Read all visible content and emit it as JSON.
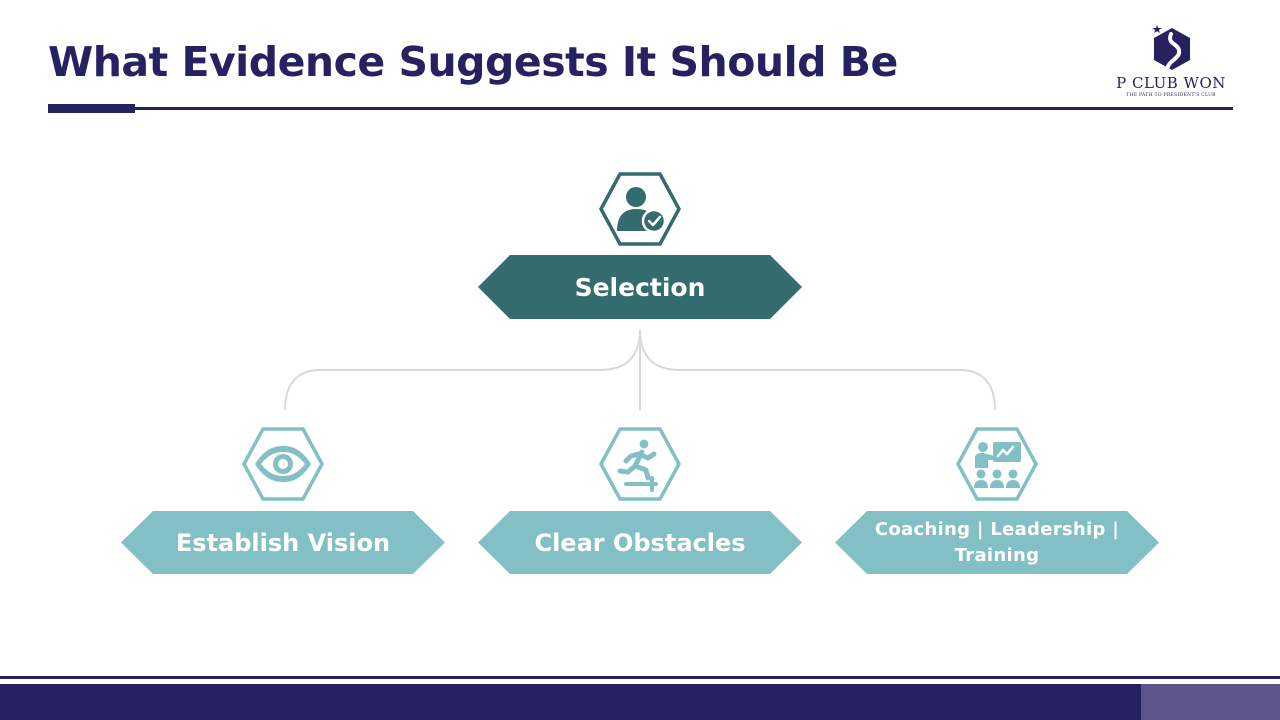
{
  "slide": {
    "title": "What Evidence Suggests It Should Be"
  },
  "logo": {
    "name": "P CLUB WON",
    "tagline": "THE PATH TO PRESIDENT'S CLUB"
  },
  "diagram": {
    "root": {
      "label": "Selection",
      "icon": "person-check-icon",
      "color": "#336b6e"
    },
    "children": [
      {
        "label": "Establish Vision",
        "icon": "eye-icon",
        "color": "#82c0c6"
      },
      {
        "label": "Clear Obstacles",
        "icon": "running-hurdle-icon",
        "color": "#82c0c6"
      },
      {
        "label": "Coaching  | Leadership  | Training",
        "icon": "presentation-group-icon",
        "color": "#82c0c6"
      }
    ],
    "connector_color": "#d9d9d9"
  },
  "theme": {
    "navy": "#262262",
    "footer_accent": "#5b5589"
  }
}
